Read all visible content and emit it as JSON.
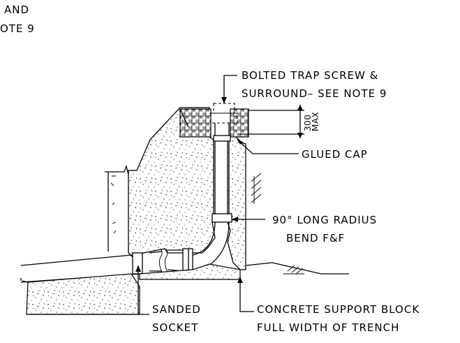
{
  "labels": {
    "corner_line1": "AND",
    "corner_line2": "OTE 9",
    "trap_line1": "BOLTED TRAP SCREW &",
    "trap_line2": "SURROUND– SEE NOTE 9",
    "dimension_value": "300",
    "dimension_unit": "MAX",
    "glued_cap": "GLUED CAP",
    "bend_line1": "90° LONG RADIUS",
    "bend_line2": "BEND F&F",
    "sanded_line1": "SANDED",
    "sanded_line2": "SOCKET",
    "support_line1": "CONCRETE SUPPORT BLOCK",
    "support_line2": "FULL WIDTH OF TRENCH"
  }
}
